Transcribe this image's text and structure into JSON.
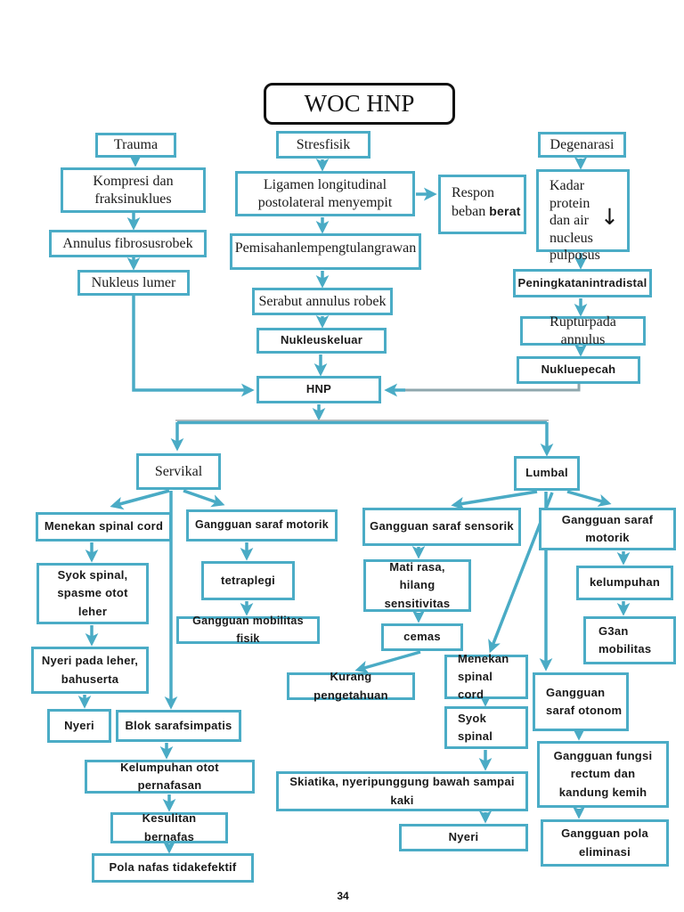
{
  "page": {
    "title": "WOC HNP",
    "page_number": "34"
  },
  "colors": {
    "accent": "#4bacc6",
    "arrow": "#4aabc5",
    "text": "#1a1a1a",
    "title_border": "#111111"
  },
  "icons": {
    "decrease_arrow": "↓"
  },
  "nodes": {
    "trauma": "Trauma",
    "stresfisik": "Stresfisik",
    "degenarasi": "Degenarasi",
    "kompresi": "Kompresi dan fraksinuklues",
    "ligamen": "Ligamen longitudinal postolateral menyempit",
    "respon": {
      "line1": "Respon",
      "line2_normal": "beban",
      "line2_bold": "berat"
    },
    "kadar_lines": [
      "Kadar protein",
      "dan air",
      "nucleus",
      "pulposus"
    ],
    "annulus_fibrosus": "Annulus fibrosusrobek",
    "pemisahan": "Pemisahanlempengtulangrawan",
    "nukleus_lumer": "Nukleus lumer",
    "peningkatan": "Peningkatanintradistal",
    "serabut": "Serabut annulus robek",
    "ruptur": "Rupturpada annulus",
    "nukleuskeluar": "Nukleuskeluar",
    "nukluepecah": "Nukluepecah",
    "hnp": "HNP",
    "servikal": "Servikal",
    "lumbal": "Lumbal",
    "menekan_spinal_cord_servikal": "Menekan spinal cord",
    "gangguan_saraf_motorik_servikal": "Gangguan saraf motorik",
    "syok_spinal_spasme": "Syok spinal, spasme otot leher",
    "tetraplegi": "tetraplegi",
    "gangguan_mobilitas_fisik": "Gangguan mobilitas fisik",
    "nyeri_pada_leher": "Nyeri pada leher, bahuserta",
    "nyeri_servikal": "Nyeri",
    "blok_saraf_simpatis": "Blok sarafsimpatis",
    "kelumpuhan_otot_pernafasan": "Kelumpuhan otot pernafasan",
    "kesulitan_bernafas": "Kesulitan bernafas",
    "pola_nafas_tidakefektif": "Pola nafas tidakefektif",
    "gangguan_saraf_sensorik": "Gangguan saraf sensorik",
    "mati_rasa": "Mati rasa, hilang sensitivitas",
    "cemas": "cemas",
    "kurang_pengetahuan": "Kurang pengetahuan",
    "menekan_spinal_cord_lumbal": "Menekan spinal cord",
    "syok_spinal_lumbal": "Syok spinal",
    "skiatika": "Skiatika, nyeripunggung bawah sampai kaki",
    "nyeri_lumbal": "Nyeri",
    "gangguan_saraf_motorik_lumbal": "Gangguan saraf motorik",
    "kelumpuhan_lumbal": "kelumpuhan",
    "g3an_mobilitas": "G3an mobilitas",
    "gangguan_saraf_otonom": "Gangguan saraf otonom",
    "gangguan_fungsi_rectum": "Gangguan fungsi rectum dan kandung kemih",
    "gangguan_pola_eliminasi": "Gangguan pola eliminasi"
  }
}
